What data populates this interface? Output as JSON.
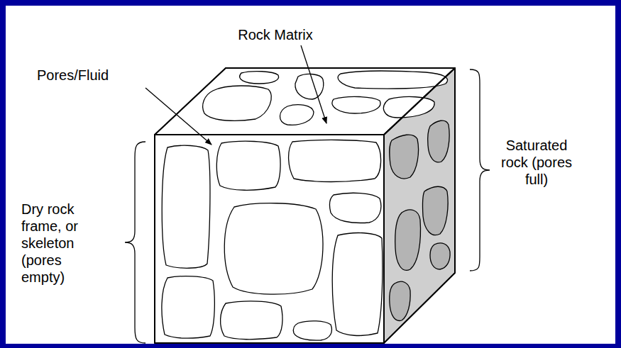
{
  "diagram": {
    "labels": [
      "Rock Matrix",
      "Pores/Fluid",
      "Dry rock frame, or skeleton (pores empty)",
      "Saturated rock (pores full)"
    ]
  }
}
